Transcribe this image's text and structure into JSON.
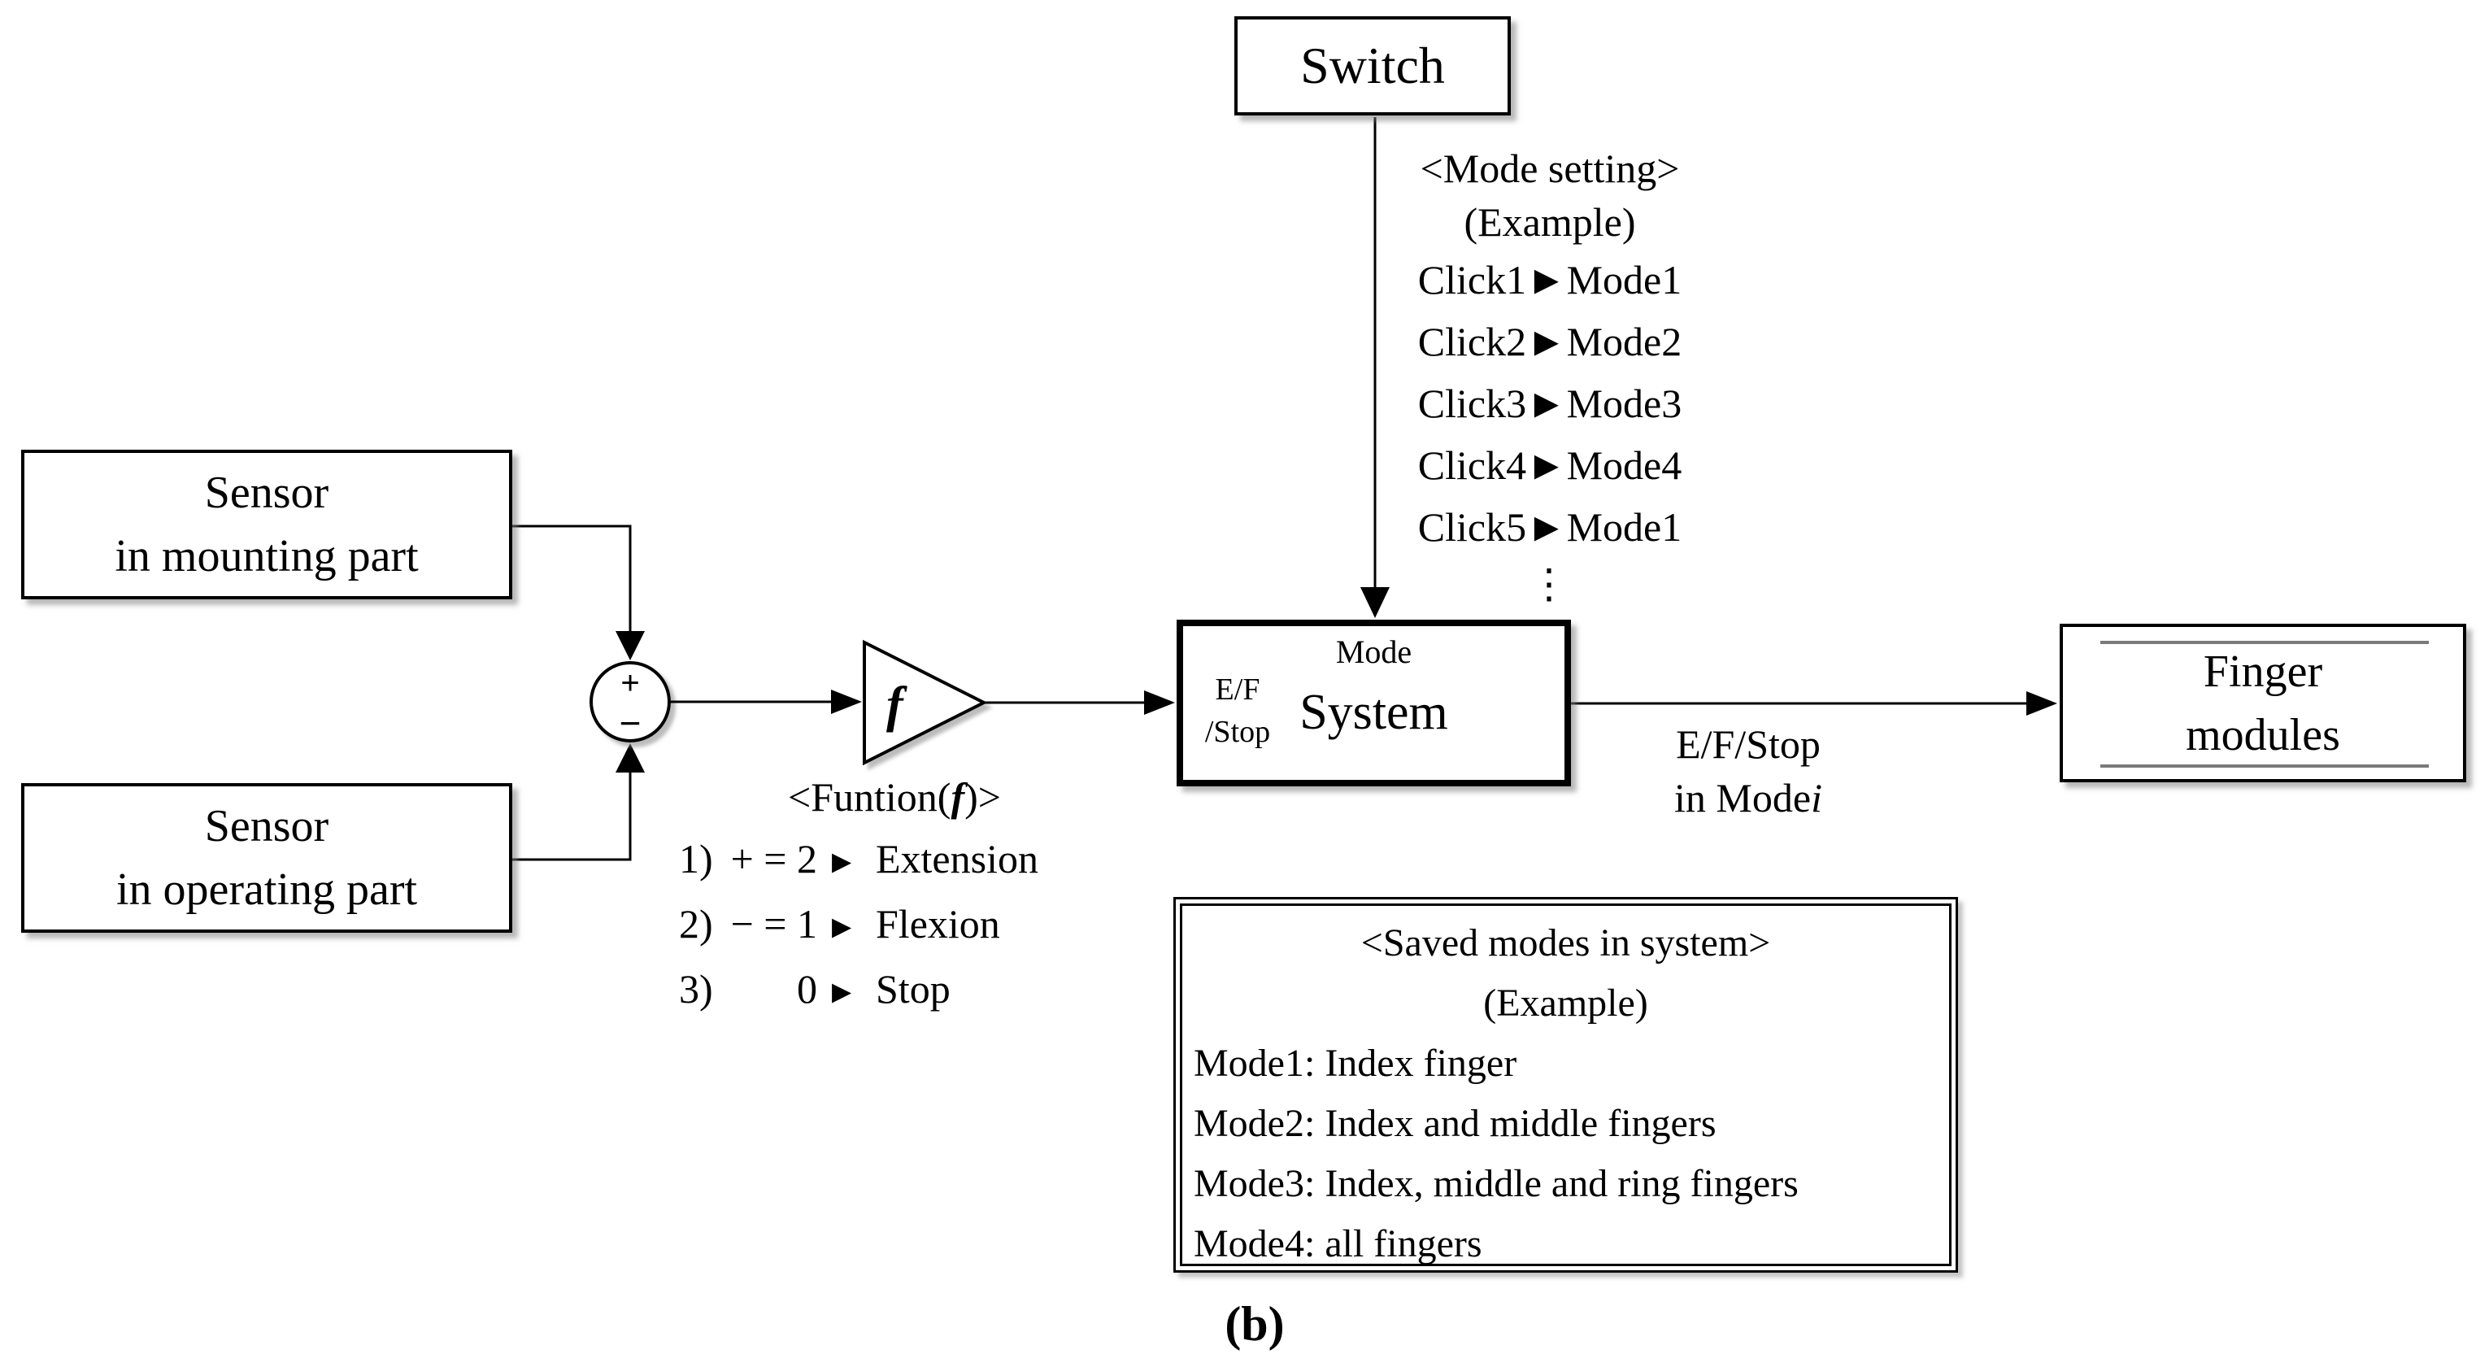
{
  "diagram": {
    "caption": "(b)",
    "blocks": {
      "switch": {
        "label": "Switch"
      },
      "sensor_mounting": {
        "line1": "Sensor",
        "line2": "in mounting part"
      },
      "sensor_operating": {
        "line1": "Sensor",
        "line2": "in operating part"
      },
      "sum_junction": {
        "plus": "+",
        "minus": "−"
      },
      "gain": {
        "label": "f"
      },
      "system": {
        "port_mode": "Mode",
        "port_ef": "E/F",
        "port_stop": "/Stop",
        "label": "System"
      },
      "finger_modules": {
        "line1": "Finger",
        "line2": "modules"
      }
    },
    "annotations": {
      "mode_setting": {
        "title": "<Mode setting>",
        "subtitle": "(Example)",
        "items": [
          "Click1►Mode1",
          "Click2►Mode2",
          "Click3►Mode3",
          "Click4►Mode4",
          "Click5►Mode1"
        ],
        "ellipsis": "⋮"
      },
      "function": {
        "title_prefix": "<Funtion(",
        "title_f": "f",
        "title_suffix": ")>",
        "items": [
          {
            "num": "1)",
            "expr": "+ = 2",
            "arrow": "►",
            "result": "Extension"
          },
          {
            "num": "2)",
            "expr": "− = 1",
            "arrow": "►",
            "result": "Flexion"
          },
          {
            "num": "3)",
            "expr": "0",
            "arrow": "►",
            "result": "Stop"
          }
        ]
      },
      "output_label": {
        "line1": "E/F/Stop",
        "line2_prefix": "in Mode",
        "line2_italic": "i"
      },
      "saved_modes": {
        "title": "<Saved modes in system>",
        "subtitle": "(Example)",
        "items": [
          "Mode1: Index finger",
          "Mode2: Index and middle fingers",
          "Mode3: Index, middle and ring fingers",
          "Mode4: all fingers"
        ]
      }
    },
    "colors": {
      "line": "#000000",
      "box_bg": "#ffffff",
      "inner_rule": "#7a7a7a"
    }
  }
}
